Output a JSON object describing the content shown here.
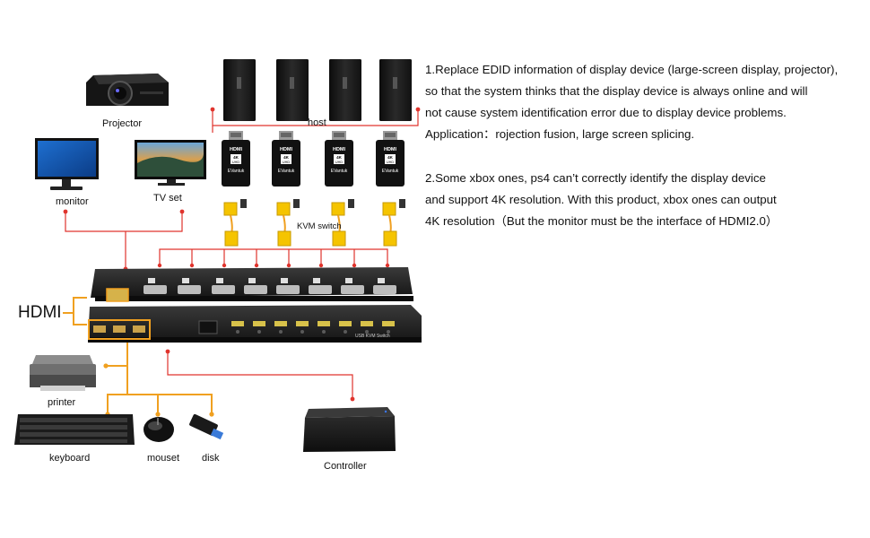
{
  "labels": {
    "projector": "Projector",
    "monitor": "monitor",
    "tv_set": "TV set",
    "host": "host",
    "kvm_switch": "KVM switch",
    "hdmi": "HDMI",
    "printer": "printer",
    "keyboard": "keyboard",
    "mouse": "mouset",
    "disk": "disk",
    "controller": "Controller"
  },
  "emulator": {
    "brand_top": "HDMI",
    "badge": "4K",
    "badge2": "UHD",
    "brand": "EVantuk"
  },
  "switch_front_text": "USB KVM Switch",
  "paragraph1": [
    "1.Replace EDID information of display device (large-screen display, projector),",
    "so that the system thinks that the display device is always online and will",
    "not cause system identification error due to display device problems.",
    "Application：rojection fusion, large screen splicing."
  ],
  "paragraph2": [
    "2.Some xbox ones, ps4 can’t correctly identify the display device",
    "and support 4K resolution. With this product, xbox ones can output",
    "4K resolution（But the monitor must be the interface of HDMI2.0）"
  ],
  "colors": {
    "red_line": "#e0342d",
    "orange_line": "#f0a020",
    "device_dark": "#1c1c1c"
  }
}
